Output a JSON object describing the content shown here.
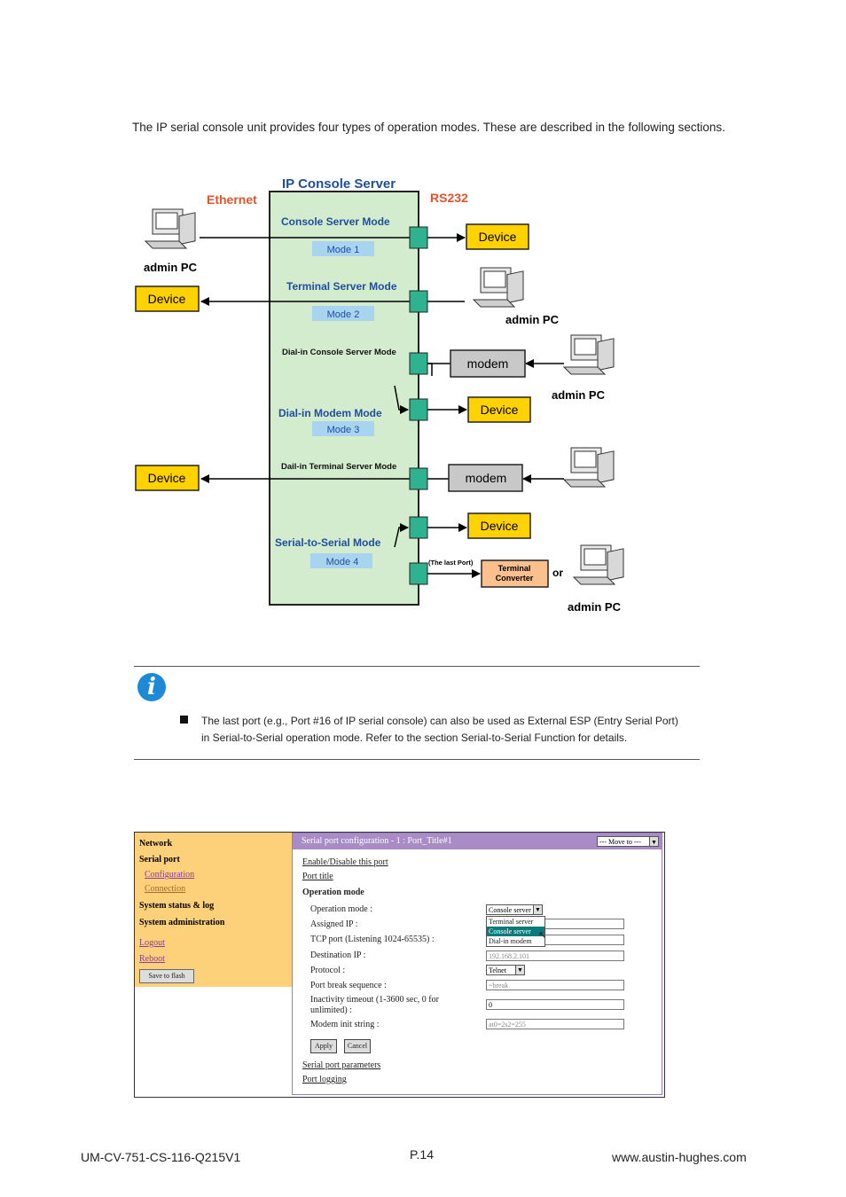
{
  "intro_text": "The IP serial console unit provides four types of operation modes. These are described in the following sections.",
  "diagram": {
    "title": "IP Console Server",
    "ethernet_label": "Ethernet",
    "rs232_label": "RS232",
    "modes": {
      "console_server": "Console Server Mode",
      "mode1": "Mode 1",
      "terminal_server": "Terminal Server Mode",
      "mode2": "Mode 2",
      "dialin_console": "Dial-in Console Server Mode",
      "dialin_modem": "Dial-in Modem Mode",
      "mode3": "Mode 3",
      "dailin_terminal": "Dail-in Terminal Server Mode",
      "serial_to_serial": "Serial-to-Serial Mode",
      "mode4": "Mode 4"
    },
    "device_label": "Device",
    "modem_label": "modem",
    "admin_pc_label": "admin PC",
    "terminal_converter_line1": "Terminal",
    "terminal_converter_line2": "Converter",
    "last_port_label": "(The last Port)",
    "or_label": "or",
    "colors": {
      "server_fill": "#d3eccd",
      "port_fill": "#2fb28f",
      "device_fill": "#ffd200",
      "modem_fill": "#c8c8c8",
      "mode_box_fill": "#a8d4f0",
      "title_blue": "#1f4e9e",
      "label_red": "#e0552a",
      "converter_fill": "#fbc08e"
    }
  },
  "note": {
    "icon": "info-icon",
    "line1": "The last port (e.g., Port #16 of IP serial console) can also be used as External ESP (Entry Serial Port)",
    "line2": "in Serial-to-Serial operation mode. Refer to the section Serial-to-Serial Function for details."
  },
  "webui": {
    "menu": {
      "network": "Network",
      "serial_port": "Serial port",
      "configuration": "Configuration",
      "connection": "Connection",
      "system_status": "System status & log",
      "system_admin": "System administration",
      "logout": "Logout",
      "reboot": "Reboot",
      "save_flash": "Save to flash"
    },
    "title": "Serial port configuration - 1 : Port_Title#1",
    "move_to": "--- Move to ---",
    "enable_link": "Enable/Disable this port",
    "port_title_link": "Port title",
    "section_heading": "Operation mode",
    "labels": {
      "operation_mode": "Operation mode :",
      "assigned_ip": "Assigned IP :",
      "tcp_port": "TCP port (Listening 1024-65535) :",
      "destination_ip": "Destination IP :",
      "protocol": "Protocol :",
      "port_break": "Port break sequence :",
      "inactivity1": "Inactivity timeout (1-3600 sec, 0 for",
      "inactivity2": "unlimited) :",
      "modem_init": "Modem init string :"
    },
    "values": {
      "operation_mode": "Console server",
      "destination_ip": "192.168.2.101",
      "protocol": "Telnet",
      "port_break": "~break",
      "inactivity": "0",
      "modem_init": "at0=2s2=255"
    },
    "options": [
      "Terminal server",
      "Console server",
      "Dial-in modem"
    ],
    "apply": "Apply",
    "cancel": "Cancel",
    "serial_params_link": "Serial port parameters",
    "port_logging_link": "Port logging"
  },
  "footer": {
    "doc_id": "UM-CV-751-CS-116-Q215V1",
    "page": "P.14",
    "website": "www.austin-hughes.com"
  }
}
